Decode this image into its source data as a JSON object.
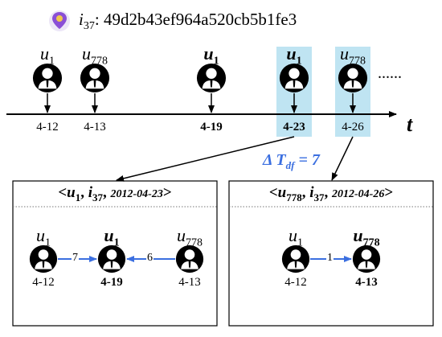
{
  "header": {
    "item": "i",
    "item_sub": "37",
    "sep": ":",
    "hash": "49d2b43ef964a520cb5b1fe3"
  },
  "timeline": {
    "axis_label": "t",
    "ellipsis": "......",
    "events": [
      {
        "user": "u",
        "user_sub": "1",
        "date": "4-12",
        "bold": false,
        "highlight": false
      },
      {
        "user": "u",
        "user_sub": "778",
        "date": "4-13",
        "bold": false,
        "highlight": false
      },
      {
        "user": "u",
        "user_sub": "1",
        "date": "4-19",
        "bold": true,
        "highlight": false
      },
      {
        "user": "u",
        "user_sub": "1",
        "date": "4-23",
        "bold": true,
        "highlight": true
      },
      {
        "user": "u",
        "user_sub": "778",
        "date": "4-26",
        "bold": false,
        "highlight": true
      }
    ]
  },
  "delta": {
    "text": "Δ T",
    "sub": "df",
    "eq": " = 7"
  },
  "panels": [
    {
      "tuple": {
        "u": "u",
        "u_sub": "1",
        "i": "i",
        "i_sub": "37",
        "date": "2012-04-23"
      },
      "nodes": [
        {
          "user": "u",
          "user_sub": "1",
          "date": "4-12",
          "bold": false
        },
        {
          "user": "u",
          "user_sub": "1",
          "date": "4-19",
          "bold": true
        },
        {
          "user": "u",
          "user_sub": "778",
          "date": "4-13",
          "bold": false
        }
      ],
      "edges": [
        "7",
        "6"
      ]
    },
    {
      "tuple": {
        "u": "u",
        "u_sub": "778",
        "i": "i",
        "i_sub": "37",
        "date": "2012-04-26"
      },
      "nodes": [
        {
          "user": "u",
          "user_sub": "1",
          "date": "4-12",
          "bold": false
        },
        {
          "user": "u",
          "user_sub": "778",
          "date": "4-13",
          "bold": true
        }
      ],
      "edges": [
        "1"
      ]
    }
  ],
  "colors": {
    "highlight": "#bfe4f2",
    "arrow_blue": "#3b6fe0",
    "delta_blue": "#3b6fe0",
    "icon_pin": "#8a4fd6"
  }
}
